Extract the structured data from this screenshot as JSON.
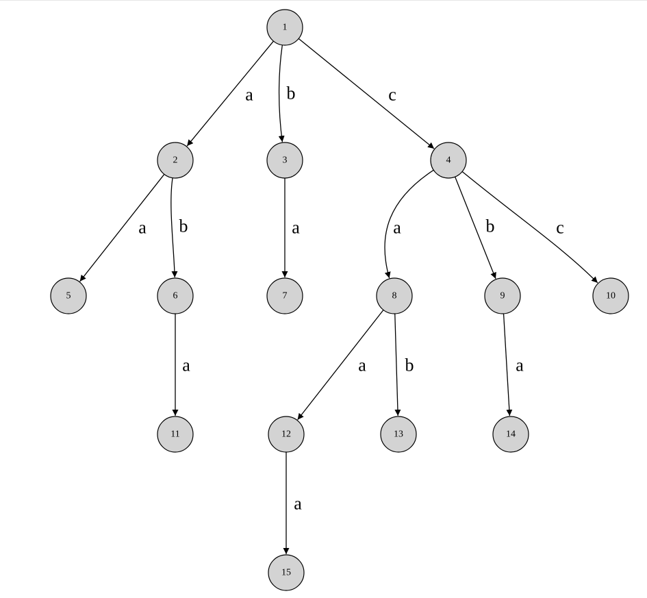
{
  "graph": {
    "nodes": [
      {
        "id": "1",
        "label": "1"
      },
      {
        "id": "2",
        "label": "2"
      },
      {
        "id": "3",
        "label": "3"
      },
      {
        "id": "4",
        "label": "4"
      },
      {
        "id": "5",
        "label": "5"
      },
      {
        "id": "6",
        "label": "6"
      },
      {
        "id": "7",
        "label": "7"
      },
      {
        "id": "8",
        "label": "8"
      },
      {
        "id": "9",
        "label": "9"
      },
      {
        "id": "10",
        "label": "10"
      },
      {
        "id": "11",
        "label": "11"
      },
      {
        "id": "12",
        "label": "12"
      },
      {
        "id": "13",
        "label": "13"
      },
      {
        "id": "14",
        "label": "14"
      },
      {
        "id": "15",
        "label": "15"
      }
    ],
    "edges": [
      {
        "from": "1",
        "to": "2",
        "label": "a"
      },
      {
        "from": "1",
        "to": "3",
        "label": "b"
      },
      {
        "from": "1",
        "to": "4",
        "label": "c"
      },
      {
        "from": "2",
        "to": "5",
        "label": "a"
      },
      {
        "from": "2",
        "to": "6",
        "label": "b"
      },
      {
        "from": "3",
        "to": "7",
        "label": "a"
      },
      {
        "from": "4",
        "to": "8",
        "label": "a"
      },
      {
        "from": "4",
        "to": "9",
        "label": "b"
      },
      {
        "from": "4",
        "to": "10",
        "label": "c"
      },
      {
        "from": "6",
        "to": "11",
        "label": "a"
      },
      {
        "from": "8",
        "to": "12",
        "label": "a"
      },
      {
        "from": "8",
        "to": "13",
        "label": "b"
      },
      {
        "from": "9",
        "to": "14",
        "label": "a"
      },
      {
        "from": "12",
        "to": "15",
        "label": "a"
      }
    ],
    "colors": {
      "node_fill": "#d3d3d3",
      "stroke": "#000000",
      "background": "#ffffff"
    }
  }
}
